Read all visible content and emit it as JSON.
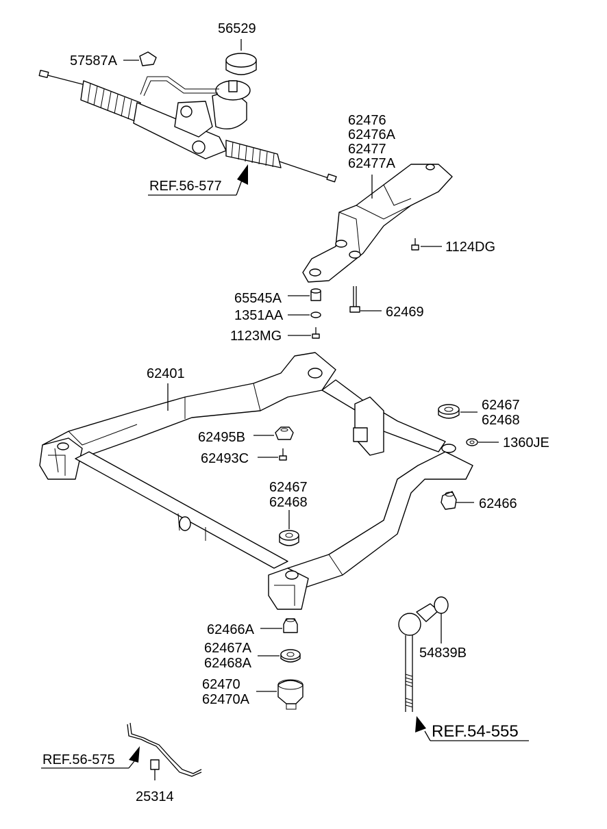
{
  "labels": {
    "p56529": "56529",
    "p57587A": "57587A",
    "p62476": "62476",
    "p62476A": "62476A",
    "p62477": "62477",
    "p62477A": "62477A",
    "ref56577": "REF.56-577",
    "p1124DG": "1124DG",
    "p65545A": "65545A",
    "p1351AA": "1351AA",
    "p1123MG": "1123MG",
    "p62469": "62469",
    "p62401": "62401",
    "p62467_top": "62467",
    "p62468_top": "62468",
    "p62495B": "62495B",
    "p1360JE": "1360JE",
    "p62493C": "62493C",
    "p62467_mid": "62467",
    "p62468_mid": "62468",
    "p62466": "62466",
    "p62466A": "62466A",
    "p54839B": "54839B",
    "p62467A": "62467A",
    "p62468A": "62468A",
    "p62470": "62470",
    "p62470A": "62470A",
    "ref54555": "REF.54-555",
    "ref56575": "REF.56-575",
    "p25314": "25314"
  }
}
